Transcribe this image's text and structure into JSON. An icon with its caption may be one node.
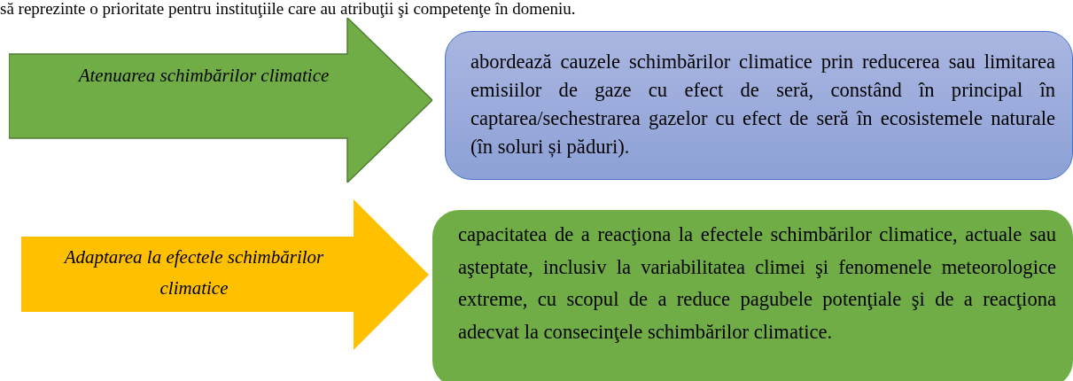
{
  "diagram": {
    "nodes": [
      {
        "text": [
          "Atenuarea schimbărilor climatice"
        ]
      },
      {
        "text": [
          "abordează cauzele schimbărilor climatice prin reducerea sau limitarea emisiilor de gaze cu efect de seră, constând în principal în captarea/sechestrarea gazelor cu efect de seră în ecosistemele naturale (în soluri și păduri)."
        ]
      },
      {
        "text": [
          "Adaptarea la efectele schimbărilor climatice"
        ]
      },
      {
        "text": [
          "capacitatea de a reacţiona la efectele schimbărilor climatice, actuale sau aşteptate, inclusiv la variabilitatea climei şi fenomenele meteorologice extreme, cu scopul de a  reduce pagubele potenţiale şi de a reacţiona adecvat la consecinţele schimbărilor climatice."
        ]
      }
    ],
    "labels": [
      "să reprezinte o prioritate pentru instituţiile care au atribuţii şi competenţe în domeniu."
    ]
  }
}
